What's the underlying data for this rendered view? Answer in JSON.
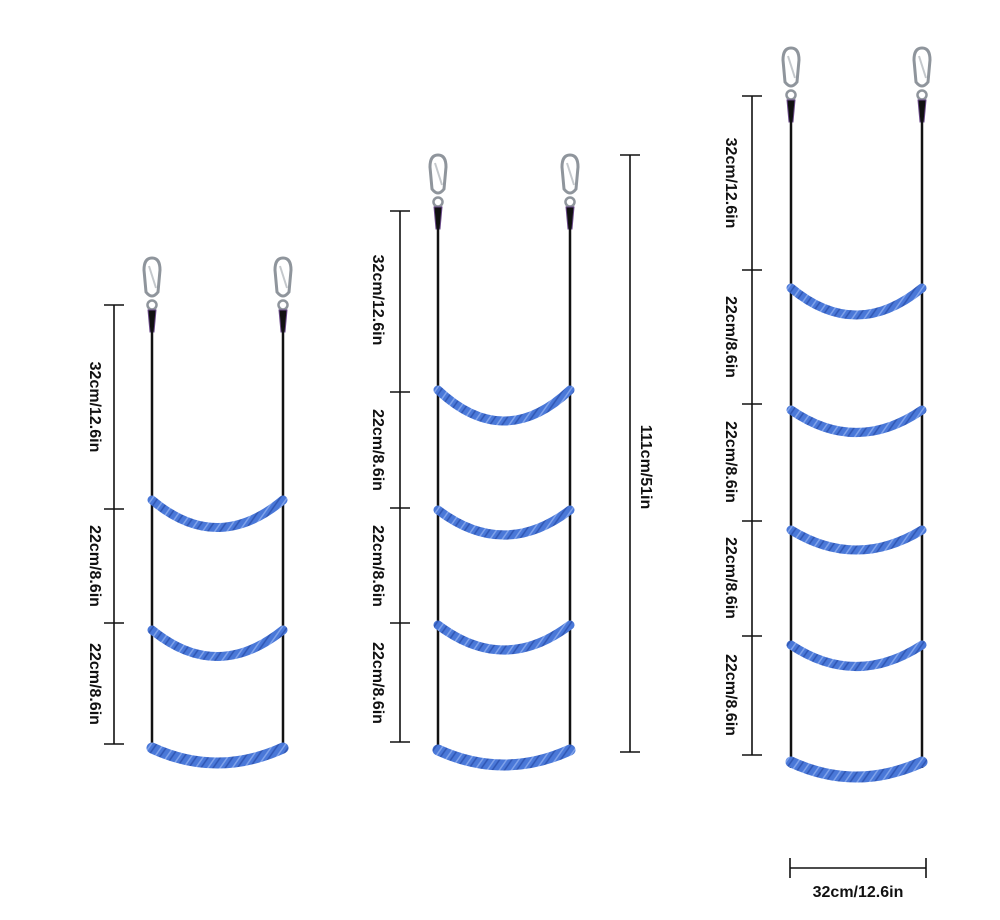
{
  "colors": {
    "rope": "#4a78d8",
    "rope_dark": "#2f56b3",
    "strap": "#111111",
    "metal": "#9aa0a8",
    "dimension_line": "#111111"
  },
  "ladders": [
    {
      "name": "ladder-3-rung",
      "rungs": 3,
      "labels": [
        "32cm/12.6in",
        "22cm/8.6in",
        "22cm/8.6in"
      ]
    },
    {
      "name": "ladder-4-rung",
      "rungs": 4,
      "labels": [
        "32cm/12.6in",
        "22cm/8.6in",
        "22cm/8.6in",
        "22cm/8.6in"
      ],
      "total_label": "111cm/51in"
    },
    {
      "name": "ladder-5-rung",
      "rungs": 5,
      "labels": [
        "32cm/12.6in",
        "22cm/8.6in",
        "22cm/8.6in",
        "22cm/8.6in",
        "22cm/8.6in"
      ]
    }
  ],
  "width_label": "32cm/12.6in"
}
